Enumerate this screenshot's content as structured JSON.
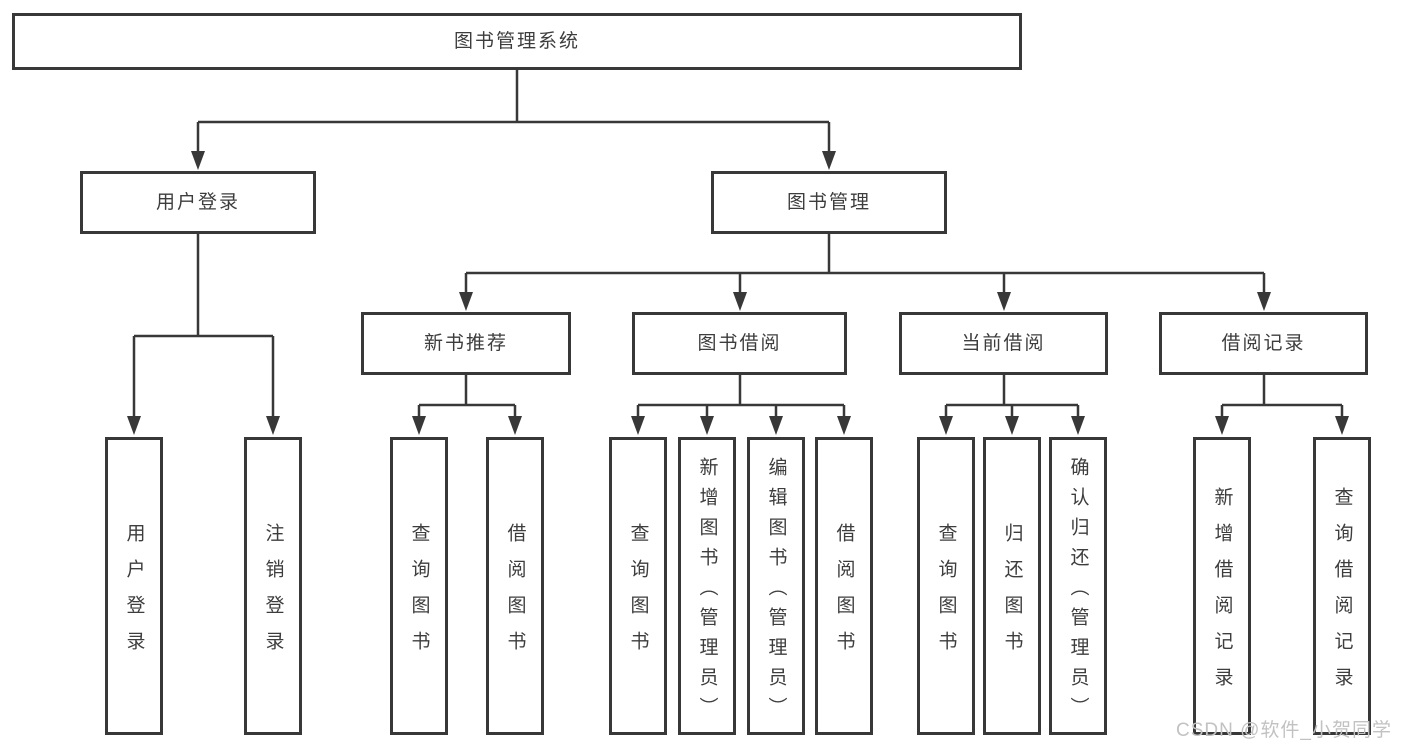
{
  "tree": {
    "label": "图书管理系统",
    "children": [
      {
        "label": "用户登录",
        "children": [
          {
            "label": "用户登录"
          },
          {
            "label": "注销登录"
          }
        ]
      },
      {
        "label": "图书管理",
        "children": [
          {
            "label": "新书推荐",
            "children": [
              {
                "label": "查询图书"
              },
              {
                "label": "借阅图书"
              }
            ]
          },
          {
            "label": "图书借阅",
            "children": [
              {
                "label": "查询图书"
              },
              {
                "label": "新增图书（管理员）"
              },
              {
                "label": "编辑图书（管理员）"
              },
              {
                "label": "借阅图书"
              }
            ]
          },
          {
            "label": "当前借阅",
            "children": [
              {
                "label": "查询图书"
              },
              {
                "label": "归还图书"
              },
              {
                "label": "确认归还（管理员）"
              }
            ]
          },
          {
            "label": "借阅记录",
            "children": [
              {
                "label": "新增借阅记录"
              },
              {
                "label": "查询借阅记录"
              }
            ]
          }
        ]
      }
    ]
  },
  "watermark": {
    "text": "CSDN @软件_小贺同学"
  },
  "colors": {
    "line": "#383838",
    "text": "#3d3d3d",
    "background": "#ffffff",
    "watermark": "#c2c2c2"
  }
}
